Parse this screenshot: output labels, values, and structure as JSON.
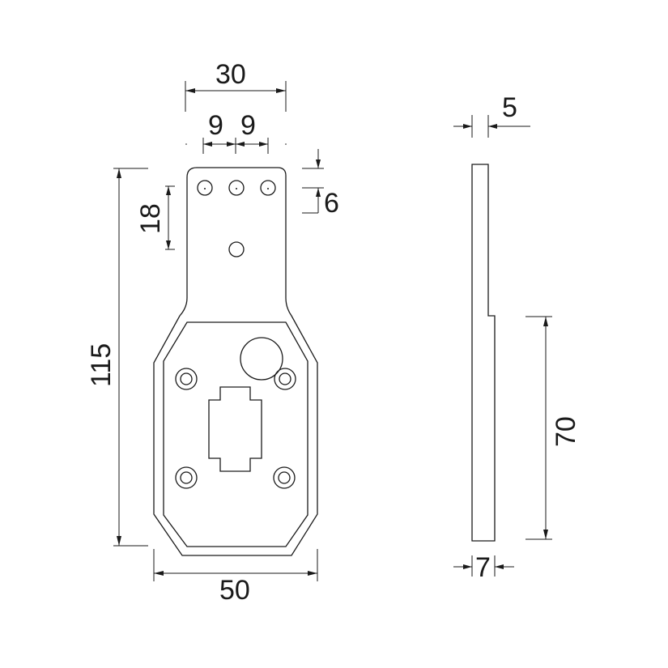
{
  "drawing": {
    "type": "technical-dimension-drawing",
    "units": "mm",
    "line_color": "#1a1a1a",
    "background": "#ffffff"
  },
  "front_view": {
    "dimensions": {
      "top_width": "30",
      "hole_spacing_left": "9",
      "hole_spacing_right": "9",
      "total_height": "115",
      "upper_hole_spacing": "18",
      "top_hole_offset": "6",
      "base_width": "50"
    }
  },
  "side_view": {
    "dimensions": {
      "top_thickness": "5",
      "base_thickness": "7",
      "base_height": "70"
    }
  }
}
